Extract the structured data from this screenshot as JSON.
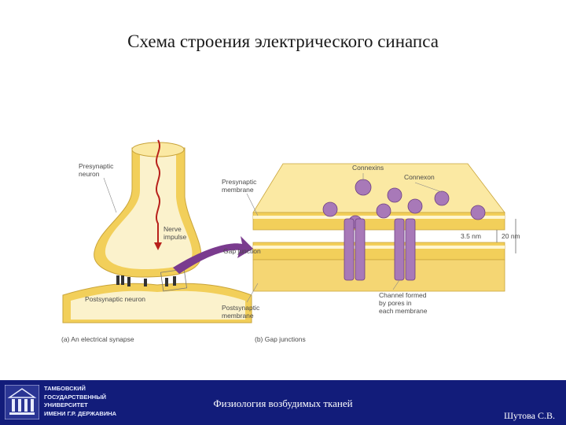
{
  "title": "Схема строения электрического синапса",
  "diagram": {
    "left_panel": {
      "presynaptic_label": "Presynaptic\nneuron",
      "impulse_label": "Nerve\nimpulse",
      "postsynaptic_label": "Postsynaptic neuron",
      "caption": "(a) An electrical synapse"
    },
    "right_panel": {
      "connexins_label": "Connexins",
      "connexon_label": "Connexon",
      "presynaptic_membrane_label": "Presynaptic\nmembrane",
      "gap_junction_label": "Gap junction",
      "width_small_label": "3.5 nm",
      "width_large_label": "20 nm",
      "channel_label": "Channel formed\nby pores in\neach membrane",
      "postsynaptic_membrane_label": "Postsynaptic\nmembrane",
      "caption": "(b) Gap junctions"
    },
    "colors": {
      "membrane": "#f2cf5a",
      "membrane_light": "#fbe9a3",
      "protein": "#a879b8",
      "arrow": "#7a3b8e",
      "impulse": "#b8211b"
    }
  },
  "footer": {
    "university": "ТАМБОВСКИЙ\nГОСУДАРСТВЕННЫЙ\nУНИВЕРСИТЕТ\nИМЕНИ Г.Р. ДЕРЖАВИНА",
    "course": "Физиология возбудимых тканей",
    "author": "Шутова С.В."
  }
}
